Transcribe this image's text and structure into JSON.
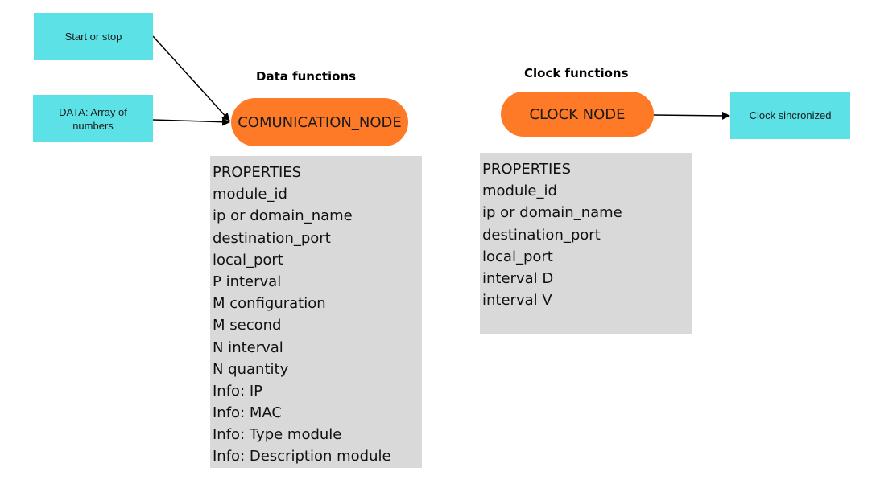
{
  "inputs": {
    "start_stop": "Start or stop",
    "data_array": "DATA: Array of numbers"
  },
  "data_section": {
    "heading": "Data functions",
    "node": "COMUNICATION_NODE",
    "properties": [
      "PROPERTIES",
      "module_id",
      "ip or domain_name",
      "destination_port",
      "local_port",
      "P interval",
      "M configuration",
      "M second",
      "N interval",
      "N quantity",
      "Info: IP",
      "Info: MAC",
      "Info: Type module",
      "Info: Description module"
    ]
  },
  "clock_section": {
    "heading": "Clock functions",
    "node": "CLOCK NODE",
    "output": "Clock sincronized",
    "properties": [
      "PROPERTIES",
      "module_id",
      "ip or domain_name",
      "destination_port",
      "local_port",
      "interval D",
      "interval V"
    ]
  },
  "colors": {
    "cyan_box": "#5ce1e6",
    "orange_node": "#ff7a26",
    "panel_gray": "#d9d9d9"
  }
}
